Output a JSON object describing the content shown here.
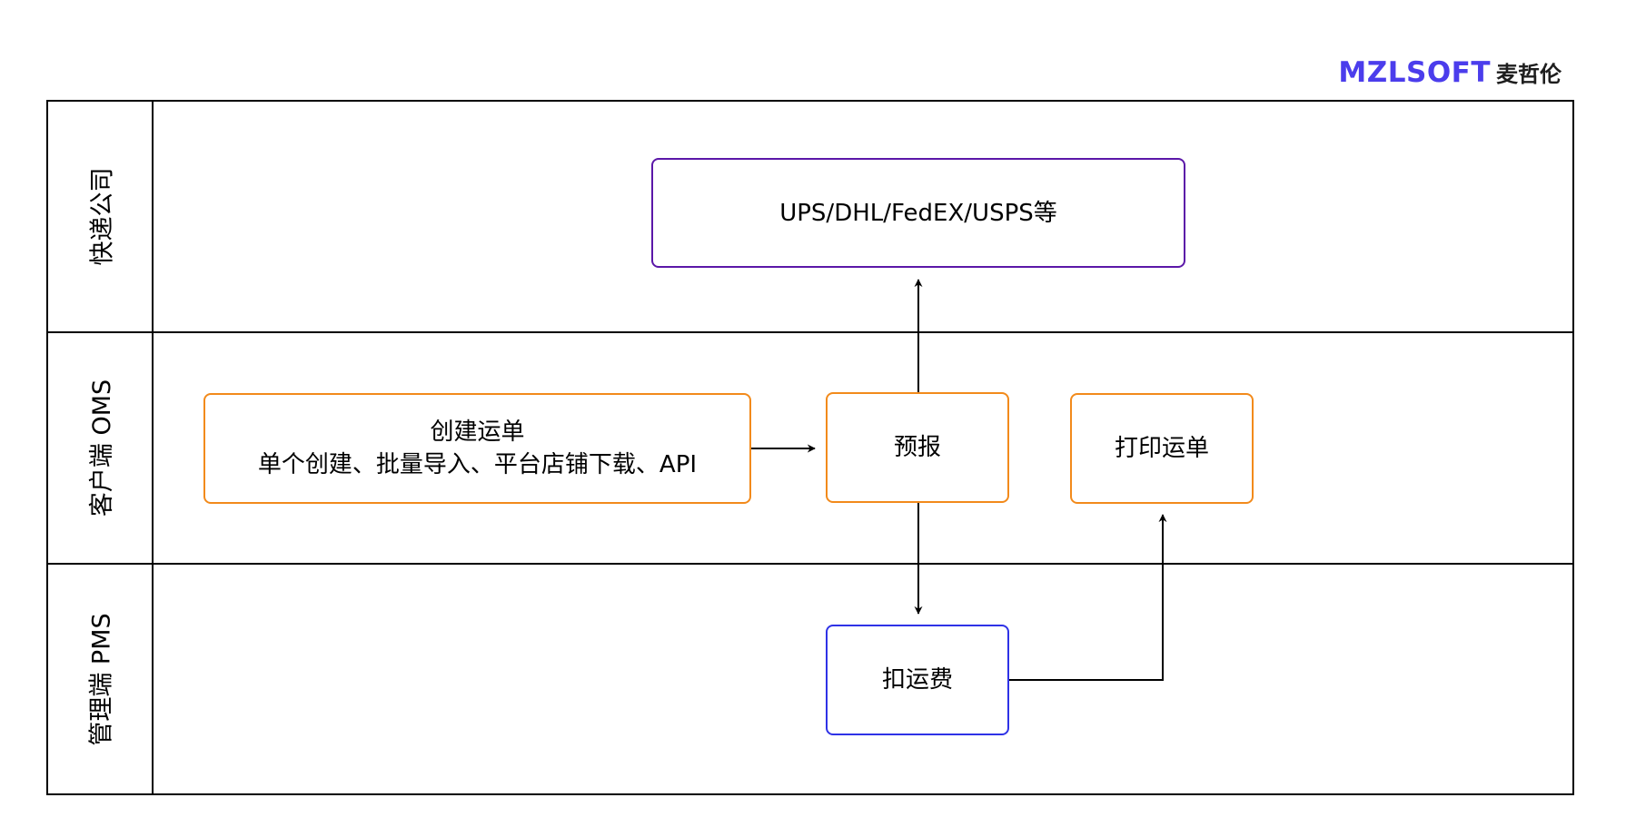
{
  "brand": {
    "name": "MZLSOFT",
    "cn": "麦哲伦"
  },
  "lanes": [
    {
      "label": "快递公司"
    },
    {
      "label": "客户端 OMS"
    },
    {
      "label": "管理端 PMS"
    }
  ],
  "nodes": {
    "carrier": {
      "text": "UPS/DHL/FedEX/USPS等"
    },
    "create": {
      "title": "创建运单",
      "subtitle": "单个创建、批量导入、平台店铺下载、API"
    },
    "prereport": {
      "text": "预报"
    },
    "print": {
      "text": "打印运单"
    },
    "deduct": {
      "text": "扣运费"
    }
  },
  "colors": {
    "brand": "#4b3dec",
    "carrier_border": "#5b17a8",
    "oms_border": "#f28a1b",
    "pms_border": "#2f32e6"
  },
  "edges": [
    {
      "from": "create",
      "to": "prereport"
    },
    {
      "from": "prereport",
      "to": "carrier"
    },
    {
      "from": "prereport",
      "to": "deduct"
    },
    {
      "from": "deduct",
      "to": "print"
    }
  ]
}
